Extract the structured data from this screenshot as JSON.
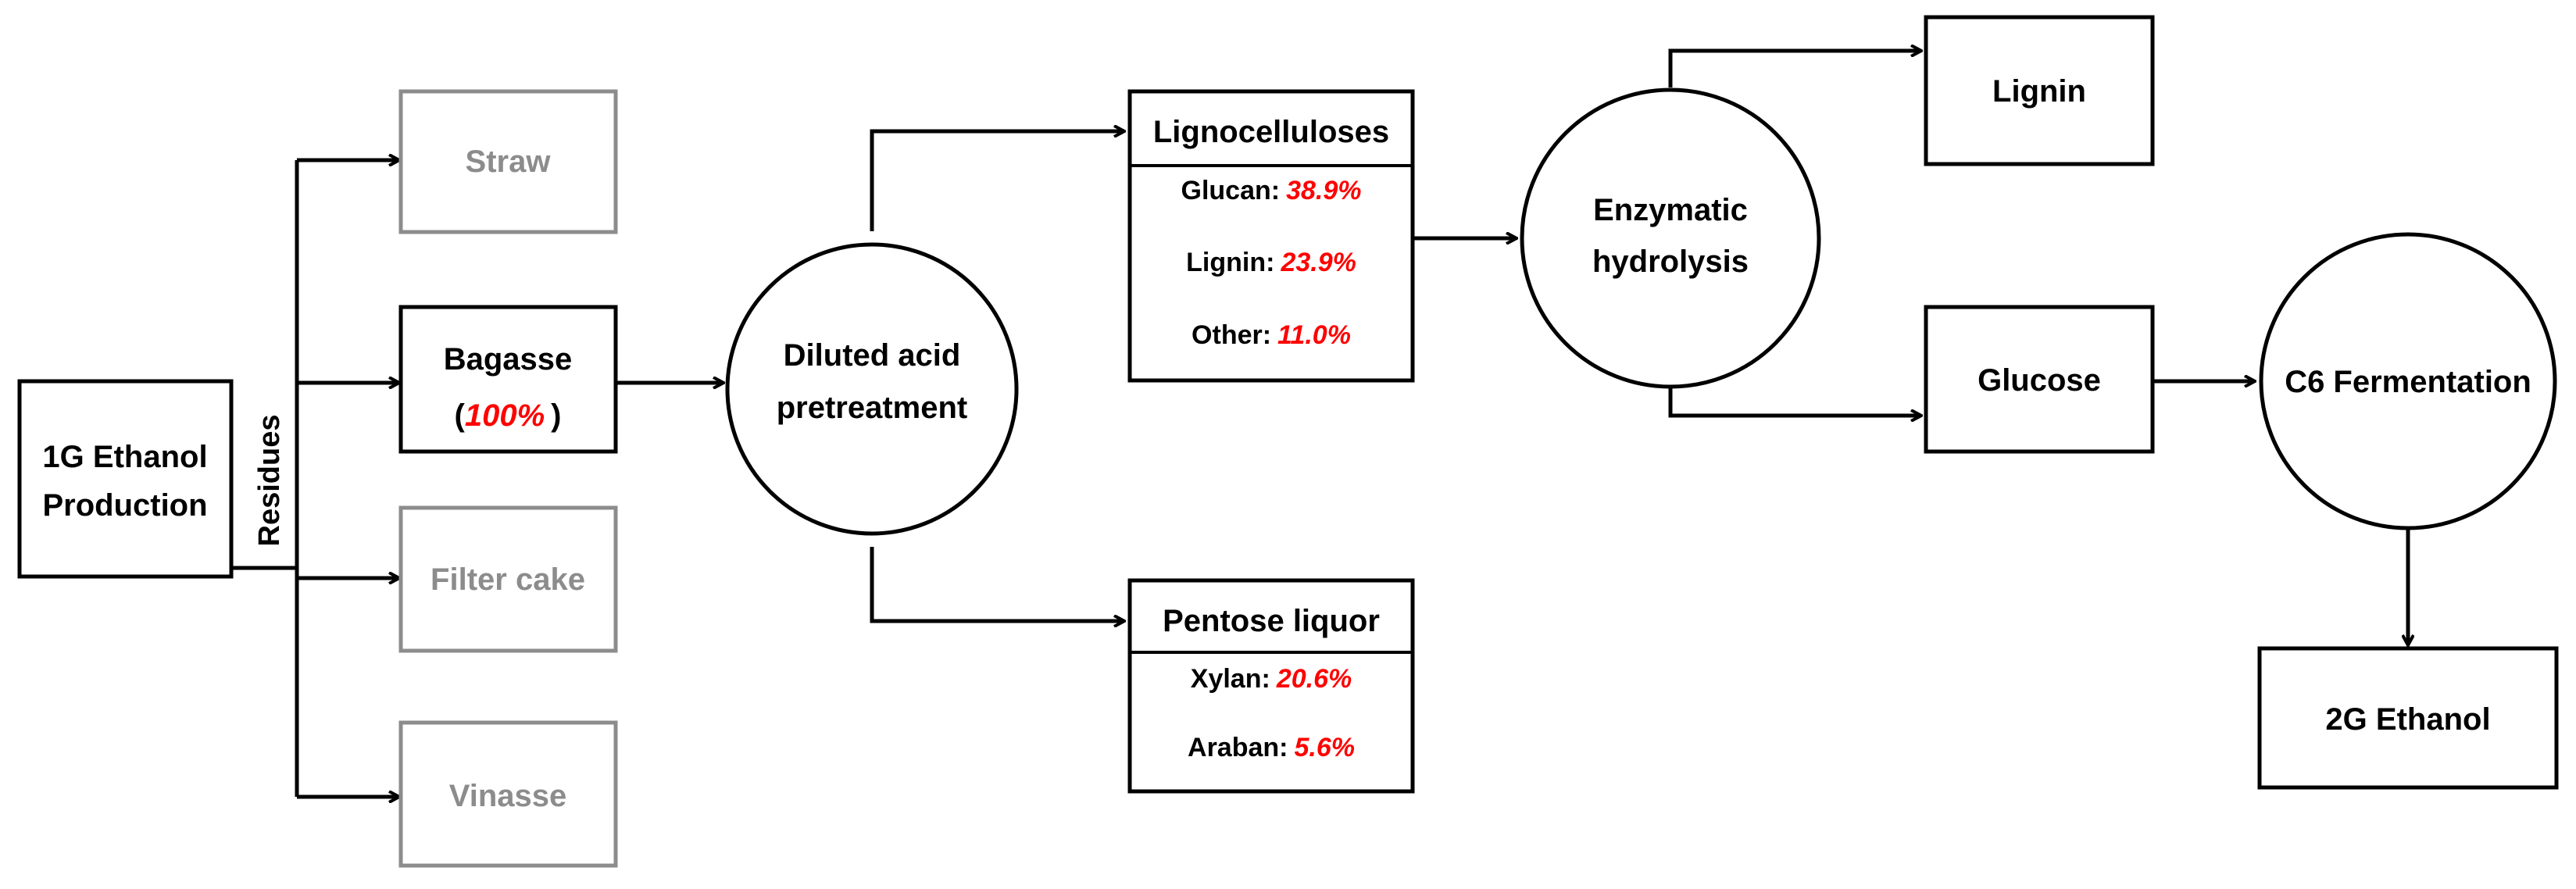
{
  "colors": {
    "line": "#000000",
    "inactive_border": "#8c8c8c",
    "inactive_text": "#8c8c8c",
    "highlight_value": "#ff0000"
  },
  "nodes": {
    "source": {
      "line1": "1G Ethanol",
      "line2": "Production"
    },
    "residues_label": "Residues",
    "straw": "Straw",
    "bagasse": {
      "name": "Bagasse",
      "open": "(",
      "share": "100%",
      "close": ")"
    },
    "filter_cake": "Filter cake",
    "vinasse": "Vinasse",
    "pretreatment": {
      "line1": "Diluted acid",
      "line2": "pretreatment"
    },
    "lignocelluloses": {
      "title": "Lignocelluloses",
      "items": [
        {
          "label": "Glucan:",
          "value": "38.9%"
        },
        {
          "label": "Lignin:",
          "value": "23.9%"
        },
        {
          "label": "Other:",
          "value": "11.0%"
        }
      ]
    },
    "pentose_liquor": {
      "title": "Pentose liquor",
      "items": [
        {
          "label": "Xylan:",
          "value": "20.6%"
        },
        {
          "label": "Araban:",
          "value": "5.6%"
        }
      ]
    },
    "hydrolysis": {
      "line1": "Enzymatic",
      "line2": "hydrolysis"
    },
    "lignin": "Lignin",
    "glucose": "Glucose",
    "fermentation": "C6 Fermentation",
    "product": "2G Ethanol"
  }
}
